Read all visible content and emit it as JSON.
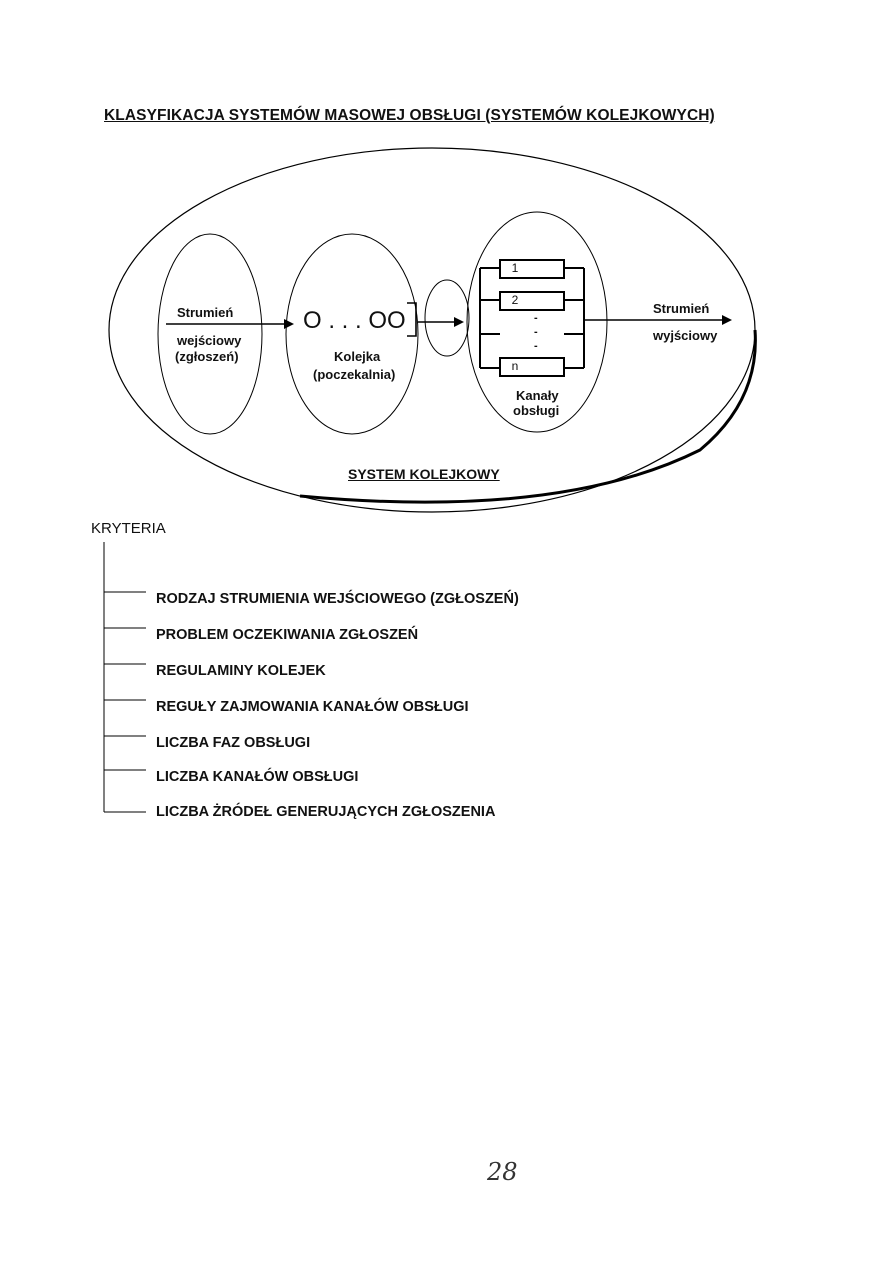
{
  "title": "KLASYFIKACJA SYSTEMÓW MASOWEJ OBSŁUGI  (SYSTEMÓW KOLEJKOWYCH)",
  "diagram": {
    "input_stream": {
      "line1": "Strumień",
      "line2": "wejściowy",
      "line3": "(zgłoszeń)"
    },
    "queue": {
      "symbols": "O . . . OO",
      "line1": "Kolejka",
      "line2": "(poczekalnia)"
    },
    "channels": {
      "labels": [
        "1",
        "2",
        "n"
      ],
      "dots": [
        "-",
        "-",
        "-"
      ],
      "caption1": "Kanały",
      "caption2": "obsługi"
    },
    "output_stream": {
      "line1": "Strumień",
      "line2": "wyjściowy"
    },
    "system_label": "SYSTEM  KOLEJKOWY"
  },
  "criteria_heading": "KRYTERIA",
  "criteria": [
    "RODZAJ STRUMIENIA WEJŚCIOWEGO (ZGŁOSZEŃ)",
    "PROBLEM OCZEKIWANIA ZGŁOSZEŃ",
    "REGULAMINY KOLEJEK",
    "REGUŁY ZAJMOWANIA KANAŁÓW OBSŁUGI",
    "LICZBA FAZ OBSŁUGI",
    "LICZBA KANAŁÓW OBSŁUGI",
    "LICZBA ŻRÓDEŁ GENERUJĄCYCH ZGŁOSZENIA"
  ],
  "page_number": "28"
}
